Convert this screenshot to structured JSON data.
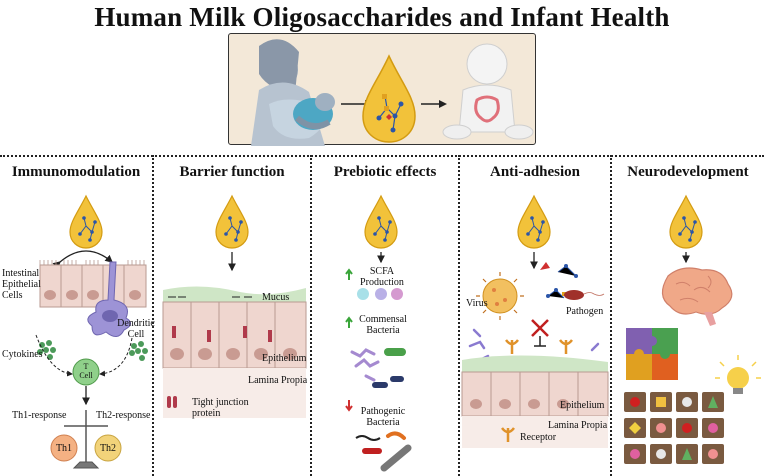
{
  "title": "Human Milk Oligosaccharides and Infant Health",
  "panels": [
    {
      "title": "Immunomodulation"
    },
    {
      "title": "Barrier function"
    },
    {
      "title": "Prebiotic effects"
    },
    {
      "title": "Anti-adhesion"
    },
    {
      "title": "Neurodevelopment"
    }
  ],
  "immuno": {
    "iec": "Intestinal Epithelial Cells",
    "dendritic": "Dendritic Cell",
    "cytokines": "Cytokines",
    "tcell": "T Cell",
    "th1_response": "Th1-response",
    "th2_response": "Th2-response",
    "th1": "Th1",
    "th2": "Th2"
  },
  "barrier": {
    "mucus": "Mucus",
    "epithelium": "Epithelium",
    "lamina": "Lamina Propia",
    "tight_junction": "Tight junction protein"
  },
  "prebiotic": {
    "scfa": "SCFA Production",
    "commensal": "Commensal Bacteria",
    "pathogenic": "Pathogenic Bacteria"
  },
  "adhesion": {
    "virus": "Virus",
    "pathogen": "Pathogen",
    "epithelium": "Epithelium",
    "lamina": "Lamina Propia",
    "receptor": "Receptor"
  },
  "colors": {
    "drop": "#f2c23a",
    "drop_edge": "#d39b12",
    "cell": "#efd6cf",
    "nucleus": "#c99b92",
    "dendritic": "#9d93d6",
    "tcell": "#8fd08a",
    "th1": "#f4b183",
    "th2": "#f2d37a",
    "mucus": "#cfe6c6",
    "tight": "#b03a4b",
    "up_arrow": "#3aa53a",
    "down_arrow": "#d03030"
  }
}
